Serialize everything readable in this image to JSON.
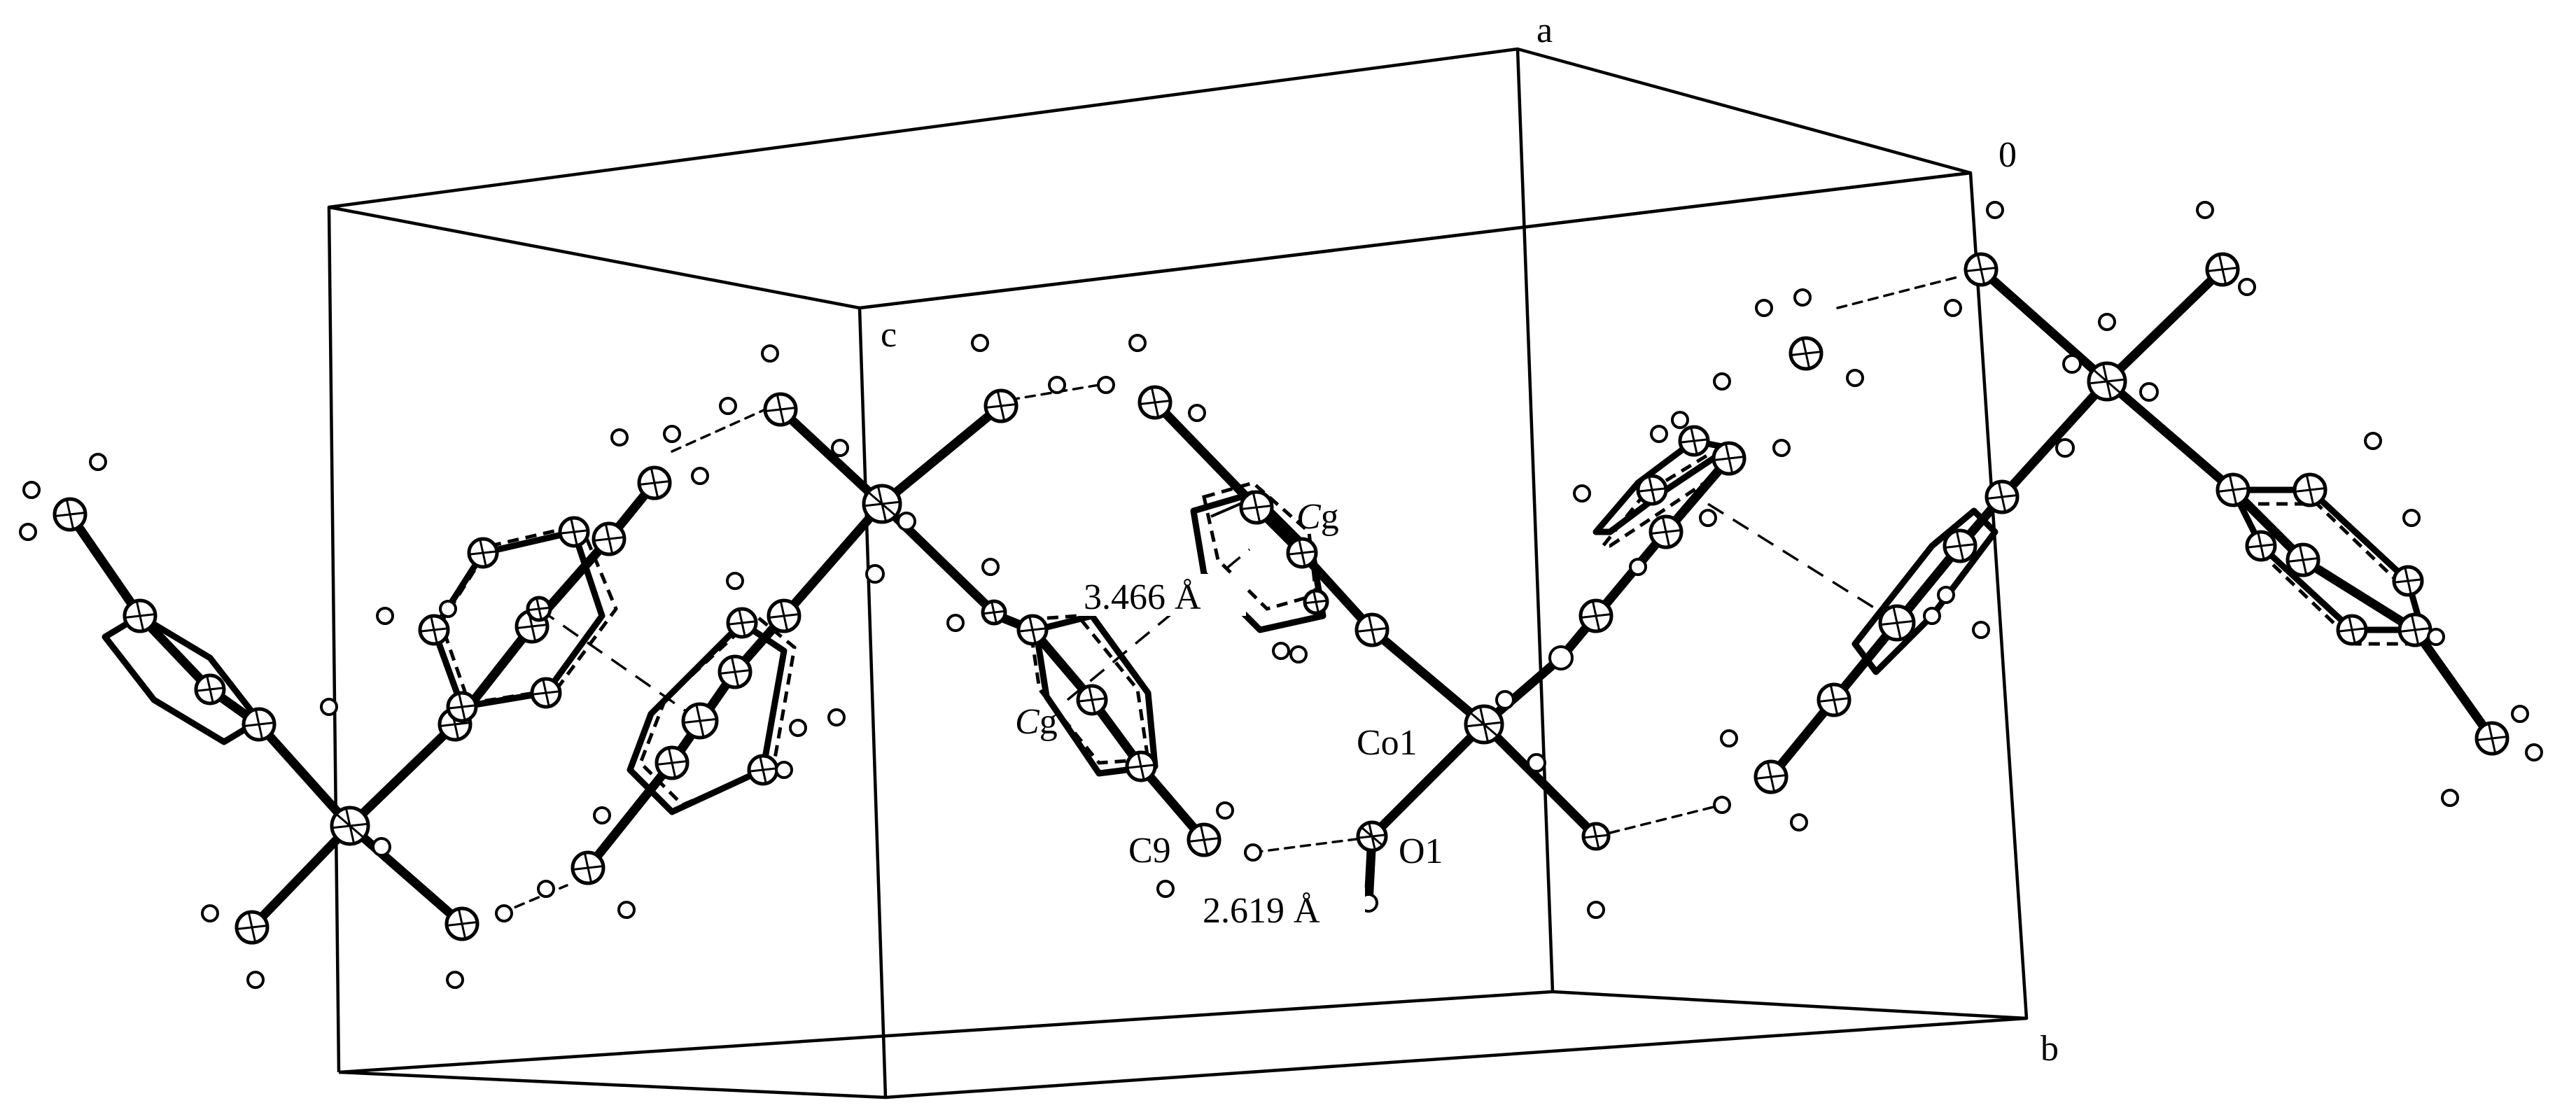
{
  "figure": {
    "axes": {
      "a": "a",
      "origin": "0",
      "b": "b",
      "c": "c"
    },
    "atoms": {
      "co": "Co1",
      "o": "O1",
      "c9": "C9"
    },
    "centroids": {
      "cg_prefix": "C",
      "cg_suffix": "g"
    },
    "distances": {
      "hbond": "2.619 Å",
      "stacking": "3.466 Å"
    }
  }
}
